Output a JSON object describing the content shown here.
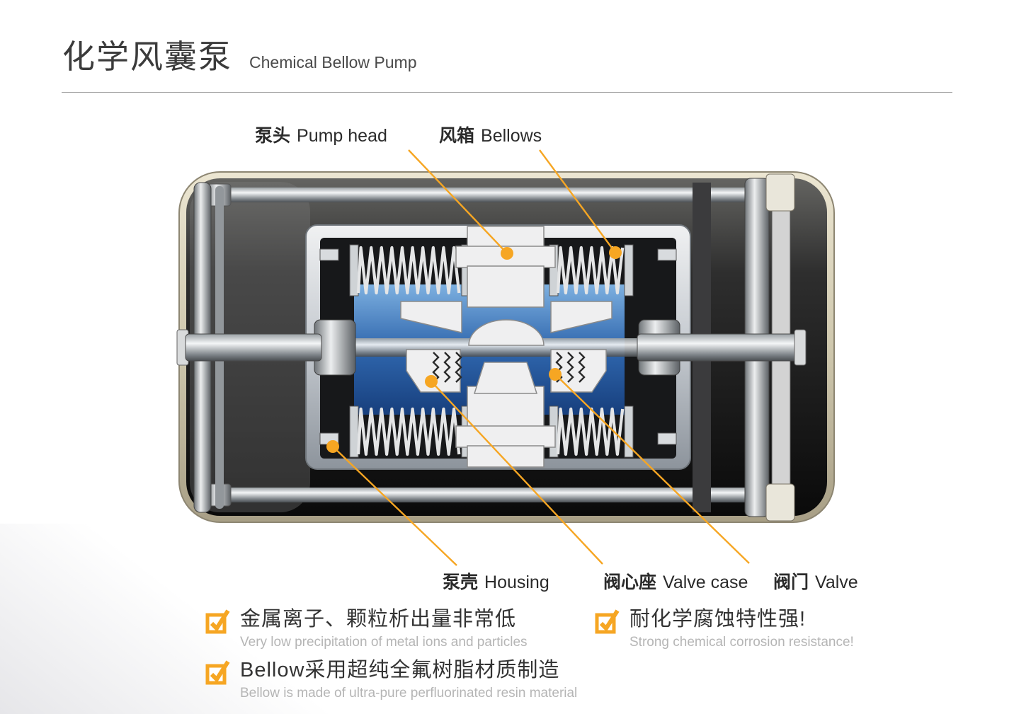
{
  "header": {
    "title_zh": "化学风囊泵",
    "title_en": "Chemical Bellow Pump"
  },
  "diagram": {
    "labels": {
      "pump_head": {
        "zh": "泵头",
        "en": "Pump head"
      },
      "bellows": {
        "zh": "风箱",
        "en": "Bellows"
      },
      "housing": {
        "zh": "泵壳",
        "en": "Housing"
      },
      "valve_case": {
        "zh": "阀心座",
        "en": "Valve case"
      },
      "valve": {
        "zh": "阀门",
        "en": "Valve"
      }
    }
  },
  "features": {
    "item1": {
      "zh": "金属离子、颗粒析出量非常低",
      "en": "Very low precipitation of metal ions and particles"
    },
    "item2": {
      "zh": "耐化学腐蚀特性强!",
      "en": "Strong chemical corrosion resistance!"
    },
    "item3": {
      "zh": "Bellow采用超纯全氟树脂材质制造",
      "en": "Bellow is made of ultra-pure perfluorinated resin material"
    }
  },
  "colors": {
    "accent_orange": "#F6A623",
    "text_dark": "#2f2f2f",
    "text_muted": "#b5b5b5",
    "chamber_blue": "#2f66ad"
  }
}
